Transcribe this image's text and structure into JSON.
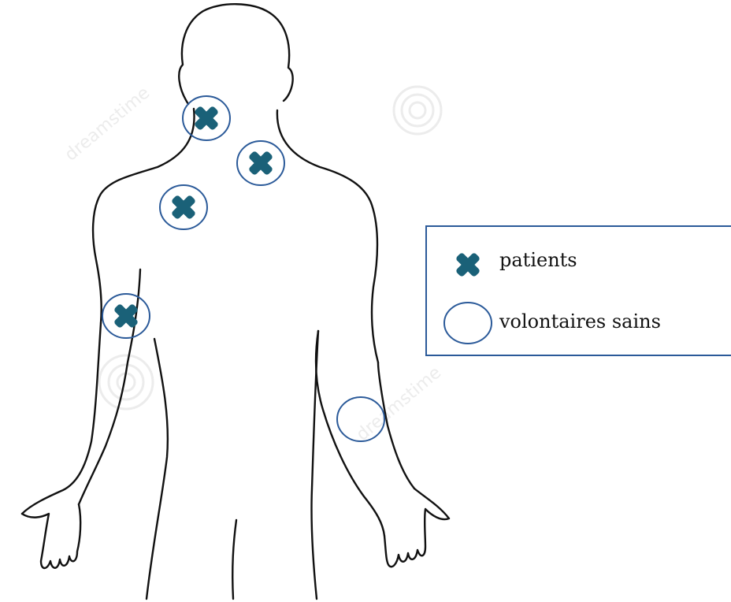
{
  "legend": {
    "items": [
      {
        "label": "patients",
        "symbol": "x-mark-icon"
      },
      {
        "label": "volontaires sains",
        "symbol": "circle-icon"
      }
    ]
  },
  "colors": {
    "outline": "#111111",
    "marker_fill": "#1a6178",
    "circle_stroke": "#2b5a99",
    "watermark": "#e6e6e6"
  },
  "markers": [
    {
      "site": "neck-left",
      "patient": true,
      "volunteer": true
    },
    {
      "site": "neck-right-upper-trapezius",
      "patient": true,
      "volunteer": true
    },
    {
      "site": "upper-back-left",
      "patient": true,
      "volunteer": true
    },
    {
      "site": "upper-arm-left",
      "patient": true,
      "volunteer": true
    },
    {
      "site": "forearm-right",
      "patient": false,
      "volunteer": true
    }
  ]
}
